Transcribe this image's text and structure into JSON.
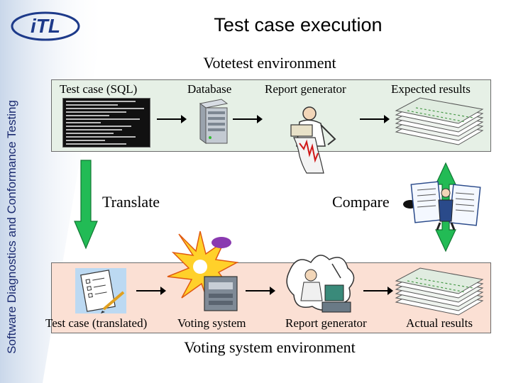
{
  "title": "Test case execution",
  "side_label": "Software Diagnostics and Conformance Testing",
  "logo_text": "iTL",
  "votetest_env": {
    "label": "Votetest environment",
    "steps": [
      "Test case (SQL)",
      "Database",
      "Report generator",
      "Expected results"
    ]
  },
  "voting_env": {
    "label": "Voting system environment",
    "steps": [
      "Test case (translated)",
      "Voting system",
      "Report generator",
      "Actual results"
    ]
  },
  "translate_label": "Translate",
  "compare_label": "Compare",
  "colors": {
    "top_box": "#e6f0e6",
    "bottom_box": "#fbe0d4",
    "arrow_green": "#22bb55",
    "logo_blue": "#1d3a8a"
  }
}
